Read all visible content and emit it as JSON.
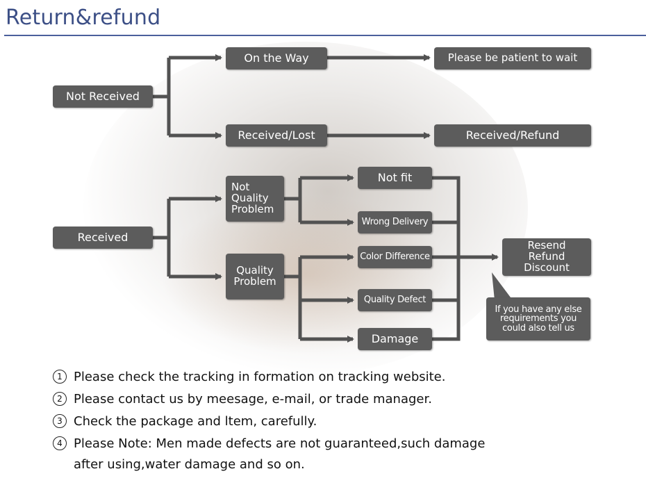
{
  "title": "Return&refund",
  "flow": {
    "not_received": "Not Received",
    "on_the_way": "On the Way",
    "patient": "Please be patient to wait",
    "received_lost": "Received/Lost",
    "received_refund": "Received/Refund",
    "received": "Received",
    "not_quality": "Not\nQuality\nProblem",
    "quality": "Quality\nProblem",
    "not_fit": "Not fit",
    "wrong_delivery": "Wrong Delivery",
    "color_difference": "Color Difference",
    "quality_defect": "Quality Defect",
    "damage": "Damage",
    "resolution": "Resend\nRefund\nDiscount",
    "callout": "If you have any else\nrequirements you\ncould also tell us"
  },
  "notes": [
    {
      "num": "1",
      "text": "Please check the tracking in formation on tracking website."
    },
    {
      "num": "2",
      "text": "Please contact us by meesage, e-mail, or trade manager."
    },
    {
      "num": "3",
      "text": "Check the package and ltem, carefully."
    },
    {
      "num": "4",
      "text": "Please Note: Men made defects  are not guaranteed,such damage\nafter using,water damage and so on."
    }
  ],
  "colors": {
    "box": "#5c5c5c",
    "connector": "#525252",
    "title": "#3c4f86"
  }
}
